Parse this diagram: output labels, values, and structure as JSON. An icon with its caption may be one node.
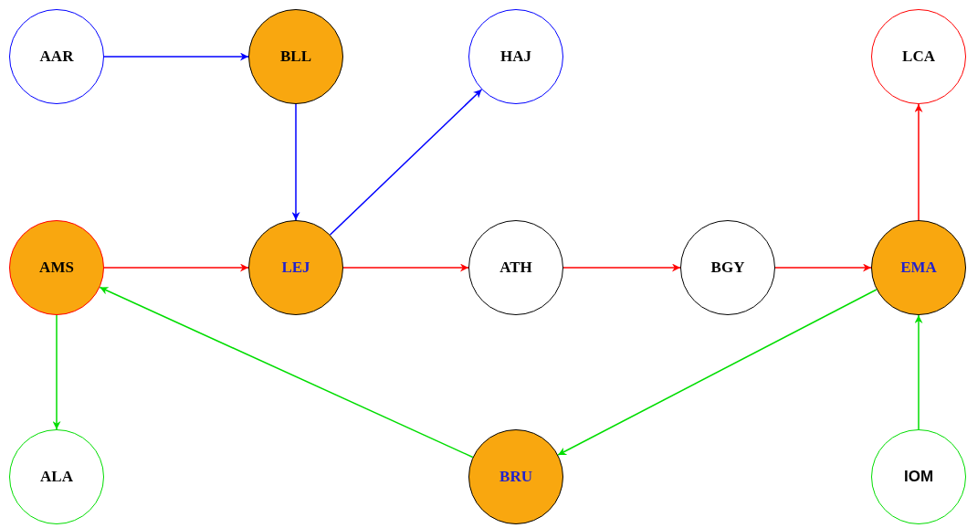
{
  "diagram": {
    "nodes": [
      {
        "text": [
          "AAR"
        ]
      },
      {
        "text": [
          "BLL"
        ]
      },
      {
        "text": [
          "HAJ"
        ]
      },
      {
        "text": [
          "LCA"
        ]
      },
      {
        "text": [
          "AMS"
        ]
      },
      {
        "text": [
          "LEJ"
        ]
      },
      {
        "text": [
          "ATH"
        ]
      },
      {
        "text": [
          "BGY"
        ]
      },
      {
        "text": [
          "EMA"
        ]
      },
      {
        "text": [
          "ALA"
        ]
      },
      {
        "text": [
          "BRU"
        ]
      },
      {
        "text": [
          "IOM"
        ]
      }
    ],
    "edges": [
      {
        "from": 0,
        "to": 1,
        "arrow": "to",
        "color": "#0000ff"
      },
      {
        "from": 1,
        "to": 5,
        "arrow": "to",
        "color": "#0000ff"
      },
      {
        "from": 5,
        "to": 2,
        "arrow": "to",
        "color": "#0000ff"
      },
      {
        "from": 4,
        "to": 5,
        "arrow": "to"
      },
      {
        "from": 5,
        "to": 6,
        "arrow": "to"
      },
      {
        "from": 6,
        "to": 7,
        "arrow": "to"
      },
      {
        "from": 7,
        "to": 8,
        "arrow": "to"
      },
      {
        "from": 8,
        "to": 3,
        "arrow": "to"
      },
      {
        "from": 4,
        "to": 9,
        "arrow": "to",
        "color": "#00dd00"
      },
      {
        "from": 10,
        "to": 4,
        "arrow": "to",
        "color": "#00dd00"
      },
      {
        "from": 8,
        "to": 10,
        "arrow": "to",
        "color": "#00dd00"
      },
      {
        "from": 11,
        "to": 8,
        "arrow": "to",
        "color": "#00dd00"
      }
    ]
  }
}
